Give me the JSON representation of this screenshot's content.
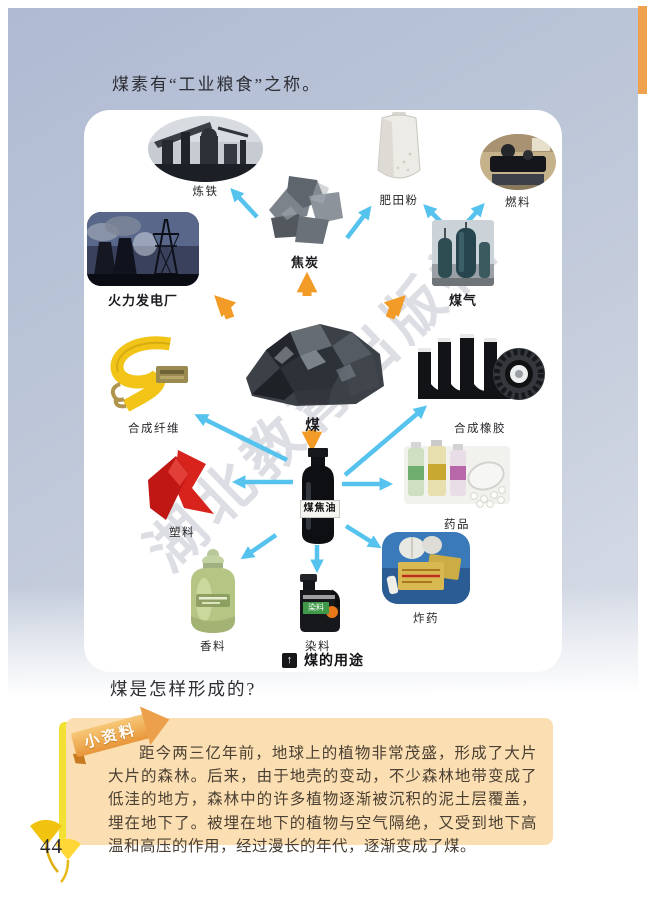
{
  "page": {
    "intro": "煤素有“工业粮食”之称。",
    "question": "煤是怎样形成的?",
    "page_number": "44"
  },
  "diagram": {
    "caption": "煤的用途",
    "caption_icon": "↑",
    "watermark": "湖北教育出版社",
    "nodes": {
      "coal": "煤",
      "coke": "焦炭",
      "iron_smelting": "炼铁",
      "fertilizer": "肥田粉",
      "fuel": "燃料",
      "power_plant": "火力发电厂",
      "coal_gas": "煤气",
      "synthetic_fiber": "合成纤维",
      "synthetic_rubber": "合成橡胶",
      "plastic": "塑料",
      "coal_tar": "煤焦油",
      "medicine": "药品",
      "fragrance": "香料",
      "dye": "染料",
      "dye_tag": "染料",
      "explosive": "炸药"
    }
  },
  "infobox": {
    "badge": "小资料",
    "paragraph": "距今两三亿年前，地球上的植物非常茂盛，形成了大片大片的森林。后来，由于地壳的变动，不少森林地带变成了低洼的地方，森林中的许多植物逐渐被沉积的泥土层覆盖，埋在地下了。被埋在地下的植物与空气隔绝，又受到地下高温和高压的作用，经过漫长的年代，逐渐变成了煤。"
  },
  "colors": {
    "page_bg": "#bcc6d8",
    "tab": "#efa14d",
    "blue_arrow": "#56c2ee",
    "orange_arrow": "#f29b26",
    "infobox_bg": "#fbdfb2",
    "infobox_accent": "#f2e033",
    "banner": "#eda04b"
  }
}
